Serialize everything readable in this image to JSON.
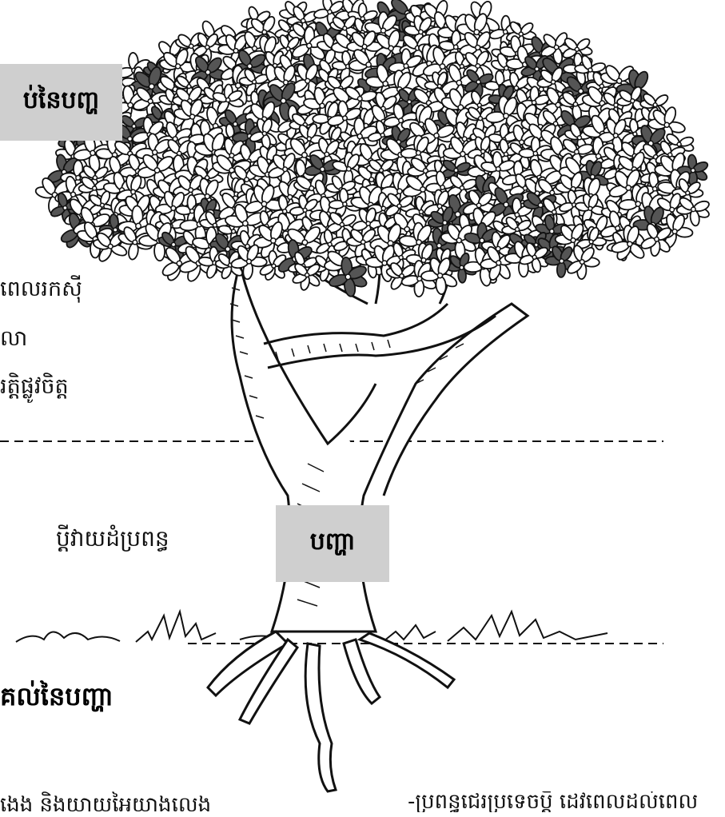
{
  "diagram": {
    "top_box_label": "ប់នៃបញ្ហ",
    "effects": [
      "ពេលរកស៊ី",
      "លា",
      "រត្តិផ្លូវចិត្ត"
    ],
    "trunk_left_text": "ប្ដីវាយដំប្រពន្ធ",
    "center_box_label": "បញ្ហា",
    "roots_heading": "គល់នៃបញ្ហា",
    "bottom_left_text": "ងេង និងយាយអៃយាងលេង",
    "bottom_right_text": "-ប្រពន្ធជេរប្រទេចប្ដី ដេវពេលដល់ពេល"
  },
  "colors": {
    "box_fill": "#cfcfcf",
    "line": "#111111",
    "dark_flower": "#555555"
  }
}
